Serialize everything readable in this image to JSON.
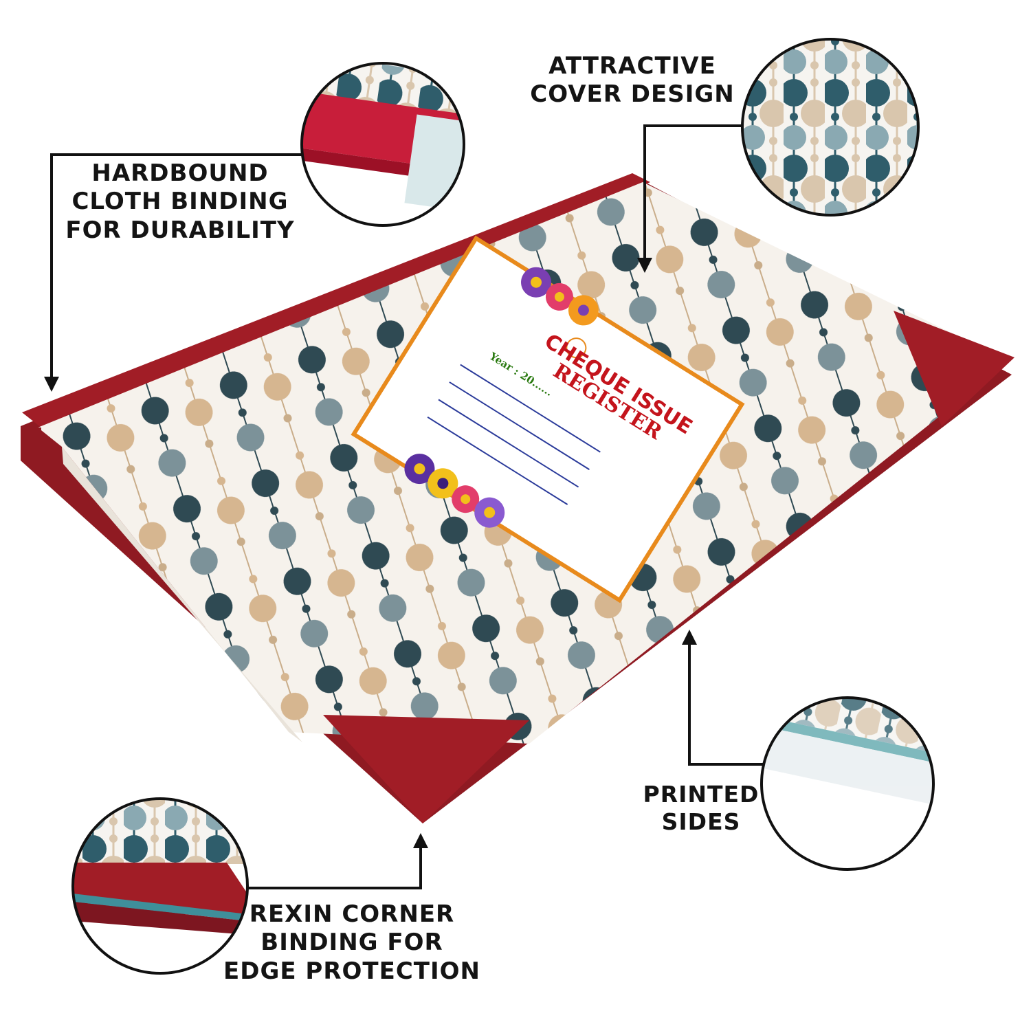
{
  "register_cover": {
    "title_line1": "CHEQUE ISSUE",
    "title_line2": "REGISTER",
    "year_label": "Year : 20......"
  },
  "callouts": {
    "hardbound": [
      "HARDBOUND",
      "CLOTH BINDING",
      "FOR DURABILITY"
    ],
    "cover_design": [
      "ATTRACTIVE",
      "COVER DESIGN"
    ],
    "printed_sides": [
      "PRINTED",
      "SIDES"
    ],
    "rexin_corner": [
      "REXIN CORNER",
      "BINDING FOR",
      "EDGE PROTECTION"
    ]
  },
  "colors": {
    "binding_red": "#a11d26",
    "dark_teal": "#2f4a53",
    "grey_teal": "#7c9299",
    "tan": "#d6b690",
    "label_border": "#e88a1c",
    "title_red": "#c4141c",
    "year_green": "#2a7a10"
  }
}
